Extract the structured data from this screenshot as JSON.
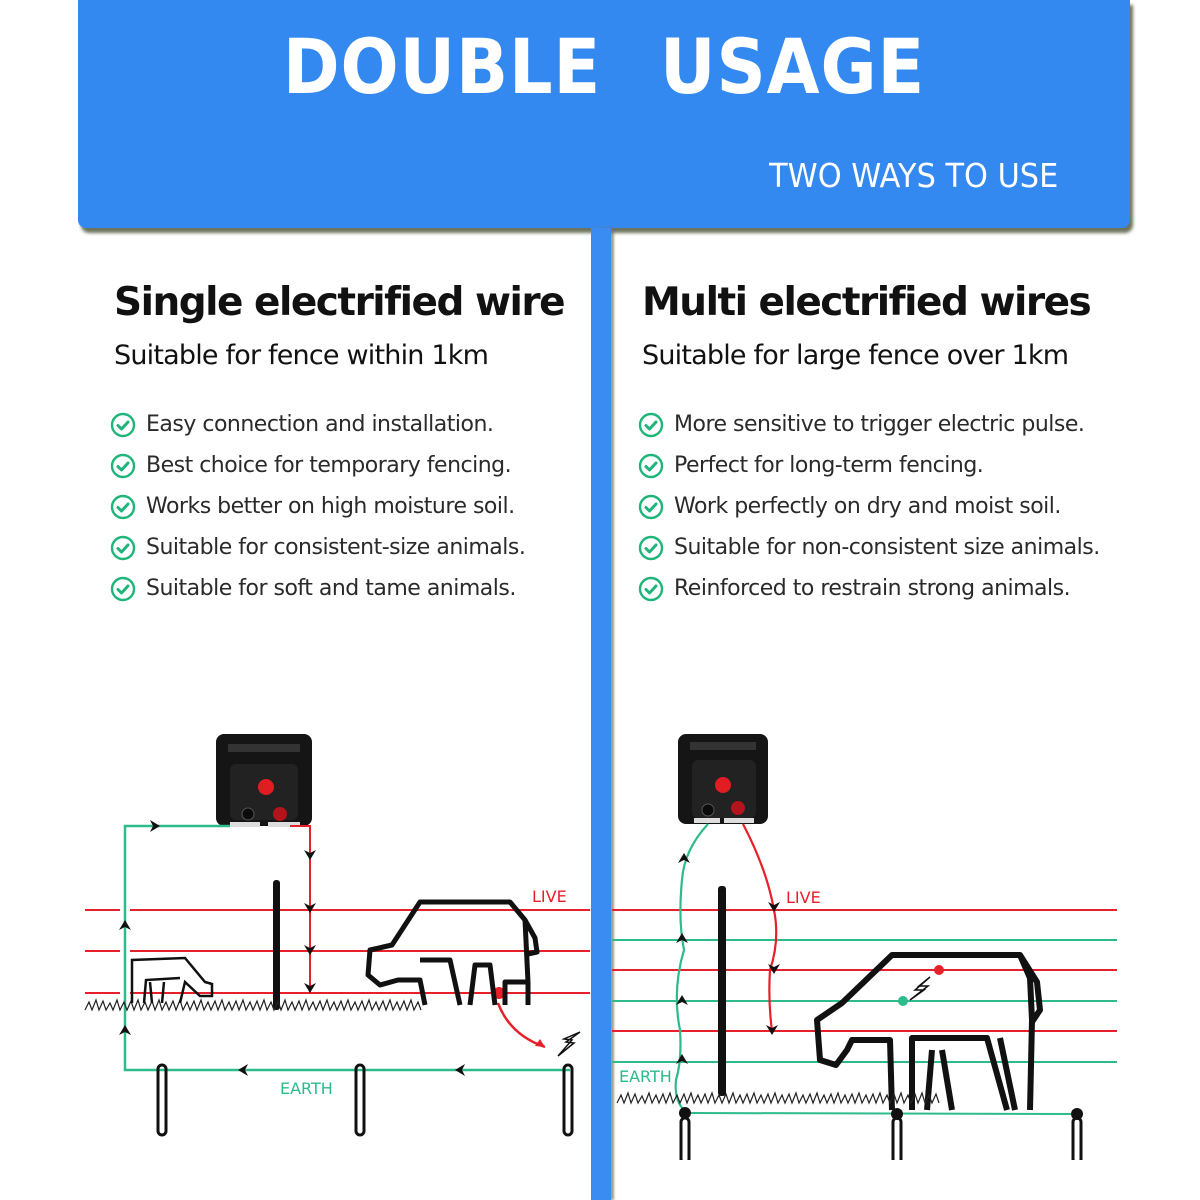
{
  "banner": {
    "title": "DOUBLE  USAGE",
    "subtitle": "TWO WAYS TO USE",
    "background_color": "#3489f0"
  },
  "left": {
    "title": "Single electrified wire",
    "subtitle": "Suitable for fence within 1km",
    "features": [
      "Easy connection and installation.",
      "Best choice for temporary fencing.",
      "Works better on high moisture soil.",
      "Suitable for consistent-size animals.",
      "Suitable for soft and tame animals."
    ],
    "diagram": {
      "live_label": "LIVE",
      "earth_label": "EARTH"
    }
  },
  "right": {
    "title": "Multi electrified wires",
    "subtitle": "Suitable for large fence over 1km",
    "features": [
      "More sensitive to trigger electric pulse.",
      "Perfect for long-term fencing.",
      "Work perfectly on dry and moist soil.",
      "Suitable for non-consistent size animals.",
      "Reinforced to restrain strong animals."
    ],
    "diagram": {
      "live_label": "LIVE",
      "earth_label": "EARTH"
    }
  },
  "colors": {
    "live": "#e8202a",
    "earth": "#2dbb8a",
    "check": "#1fb57a"
  }
}
